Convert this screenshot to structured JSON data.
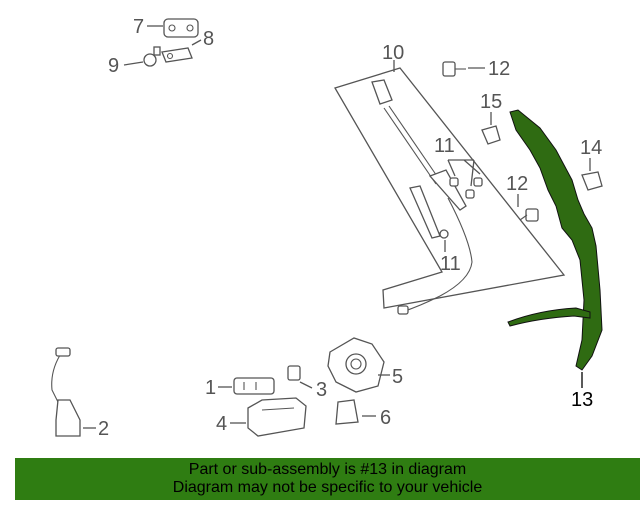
{
  "diagram": {
    "callouts": {
      "c1": "1",
      "c2": "2",
      "c3": "3",
      "c4": "4",
      "c5": "5",
      "c6": "6",
      "c7": "7",
      "c8": "8",
      "c9": "9",
      "c10": "10",
      "c11a": "11",
      "c11b": "11",
      "c12a": "12",
      "c12b": "12",
      "c13": "13",
      "c14": "14",
      "c15": "15"
    },
    "highlight_color": "#2f6b12"
  },
  "footer": {
    "line1": "Part or sub-assembly is #13 in diagram",
    "line2": "Diagram may not be specific to your vehicle",
    "background": "#2f7d12"
  }
}
